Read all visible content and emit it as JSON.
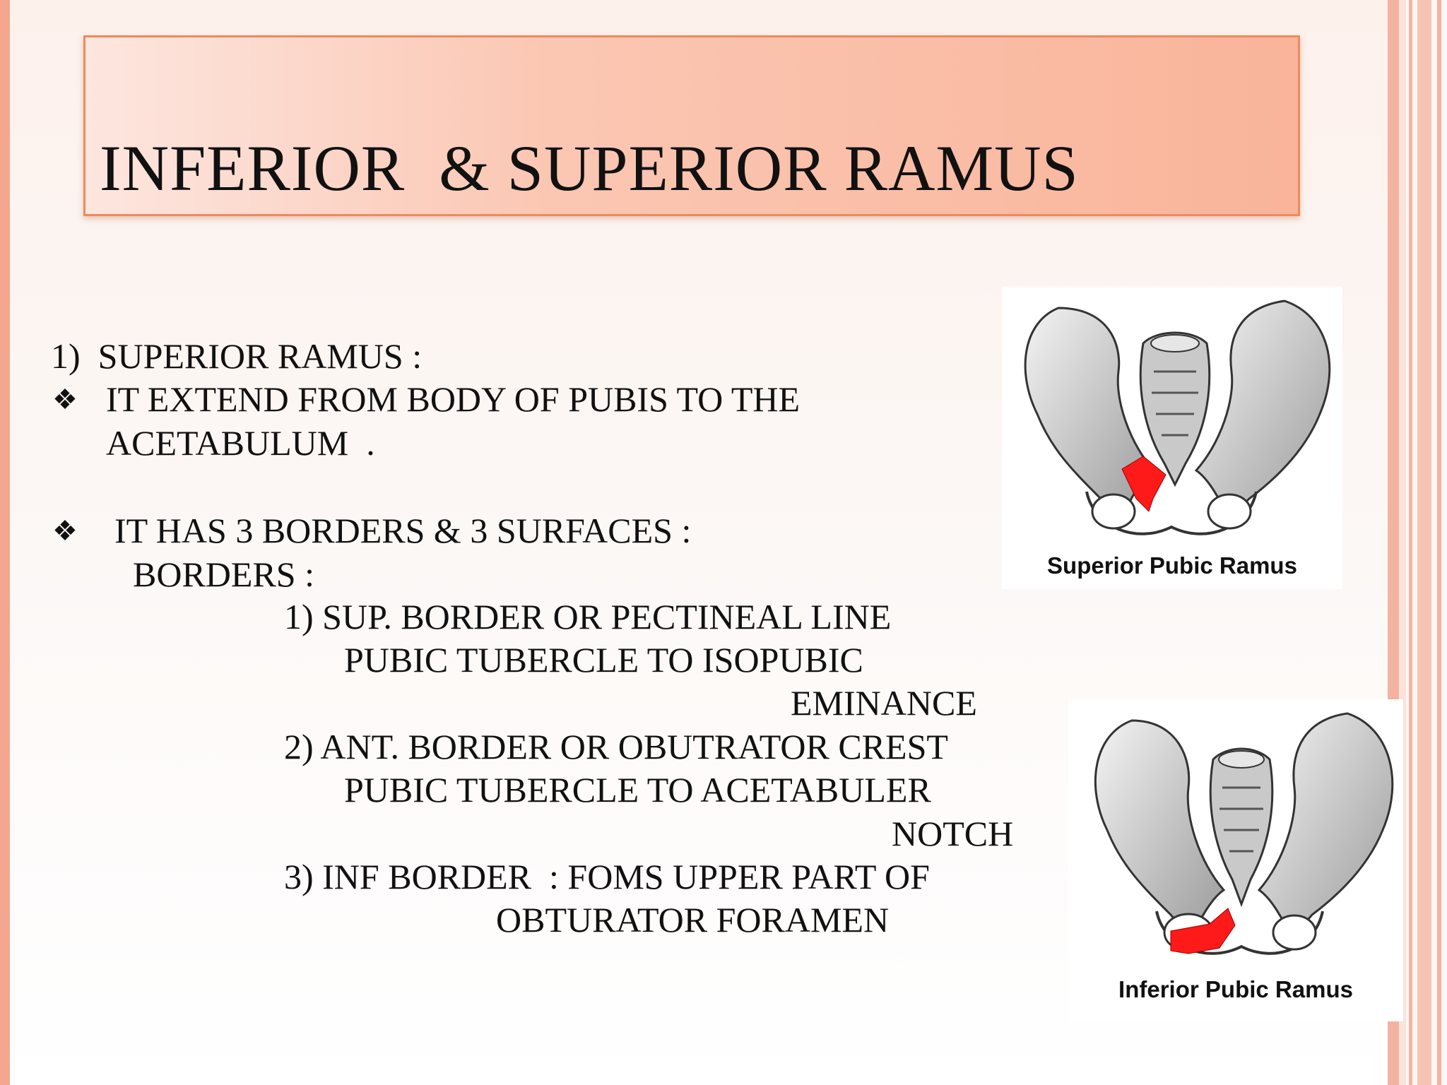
{
  "slide": {
    "title": "INFERIOR  & SUPERIOR RAMUS"
  },
  "content": {
    "heading": "1)  SUPERIOR RAMUS :",
    "bullet_symbol": "❖",
    "bullet1_line1": "IT EXTEND FROM BODY OF PUBIS TO THE",
    "bullet1_line2": "ACETABULUM  .",
    "bullet2": "IT HAS 3 BORDERS & 3 SURFACES :",
    "borders_label": "BORDERS :",
    "border1_title": "1) SUP. BORDER OR PECTINEAL LINE",
    "border1_desc1": "PUBIC TUBERCLE TO ISOPUBIC",
    "border1_desc2": "EMINANCE",
    "border2_title": "2) ANT. BORDER OR OBUTRATOR CREST",
    "border2_desc1": "PUBIC TUBERCLE TO ACETABULER",
    "border2_desc2": "NOTCH",
    "border3_title": "3) INF BORDER  : FOMS UPPER PART OF",
    "border3_desc1": "OBTURATOR FORAMEN"
  },
  "figures": {
    "superior": {
      "caption": "Superior Pubic Ramus",
      "highlight_color": "#ff1a1a"
    },
    "inferior": {
      "caption": "Inferior Pubic Ramus",
      "highlight_color": "#ff1a1a"
    }
  },
  "colors": {
    "banner_border": "#ee8a5c",
    "banner_fill": "#f9b49a",
    "accent_stripe": "#f4b3a0"
  }
}
